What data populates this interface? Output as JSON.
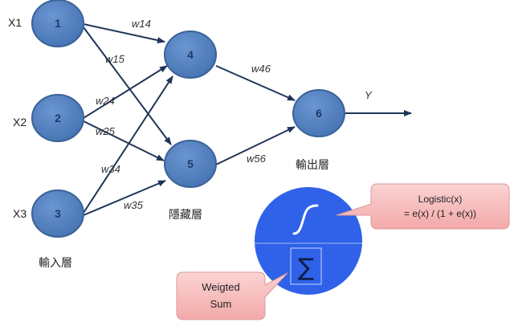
{
  "inputs": [
    {
      "label": "X1",
      "node": "1"
    },
    {
      "label": "X2",
      "node": "2"
    },
    {
      "label": "X3",
      "node": "3"
    }
  ],
  "hidden_nodes": [
    "4",
    "5"
  ],
  "output_node": "6",
  "output_label": "Y",
  "weights": {
    "w14": "w14",
    "w15": "w15",
    "w24": "w24",
    "w25": "w25",
    "w34": "w34",
    "w35": "w35",
    "w46": "w46",
    "w56": "w56"
  },
  "layers": {
    "input": "輸入層",
    "hidden": "隱藏層",
    "output": "輸出層"
  },
  "callouts": {
    "logistic_line1": "Logistic(x)",
    "logistic_line2": "= e(x) / (1 + e(x))",
    "sum_line1": "Weigted",
    "sum_line2": "Sum"
  },
  "neuron_detail": {
    "activation_icon": "sigmoid-curve-icon",
    "sum_symbol": "∑"
  },
  "colors": {
    "node": "#4f7fbf",
    "node_border": "#3a6299",
    "neuron": "#2f62e8",
    "callout": "#f6b8b8",
    "arrow": "#1f3557"
  }
}
